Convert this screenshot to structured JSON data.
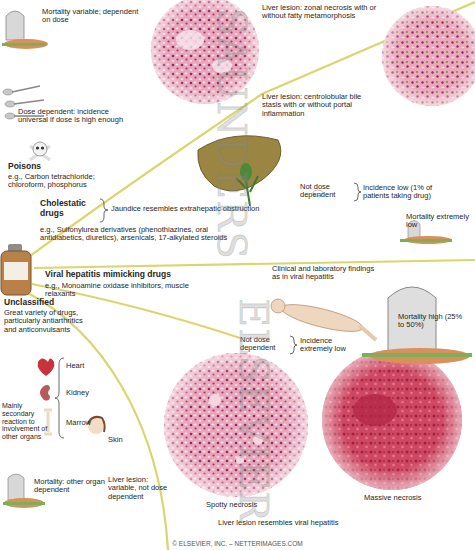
{
  "diagram": {
    "labels": [
      "Mortality variable; dependent on dose",
      "Liver lesion: zonal necrosis with or without fatty metamorphosis",
      "Liver lesion: centrolobular bile stasis with or without portal inflammation",
      "Dose dependent: incidence universal if dose is high enough",
      "Poisons",
      "e.g., Carbon tetrachloride; chloroform, phosphorus",
      "Not dose dependent",
      "Incidence low (1% of patients taking drug)",
      "Cholestatic drugs",
      "Jaundice resembles extrahepatic obstruction",
      "Mortality extremely low",
      "e.g., Sulfonylurea derivatives (phenothiazines, oral antidiabetics, diuretics), arsenicals, 17-alkylated steroids",
      "Viral hepatitis mimicking drugs",
      "Clinical and laboratory findings as in viral hepatitis",
      "e.g., Monoamine oxidase inhibitors, muscle relaxants",
      "Mortality high (25% to 50%)",
      "Unclassified",
      "Great variety of drugs, particularly antiarthritics and anticonvulsants",
      "Not dose dependent",
      "Incidence extremely low",
      "Heart",
      "Kidney",
      "Mainly secondary reaction to involvement of other organs",
      "Marrow",
      "Skin",
      "Mortality: other organ dependent",
      "Liver lesion: variable, not dose dependent",
      "Spotty necrosis",
      "Massive necrosis",
      "Liver lesion resembles viral hepatitis",
      "© ELSEVIER, INC. – NETTERIMAGES.COM",
      "SAUNDERS",
      "ELSEVIER"
    ]
  }
}
